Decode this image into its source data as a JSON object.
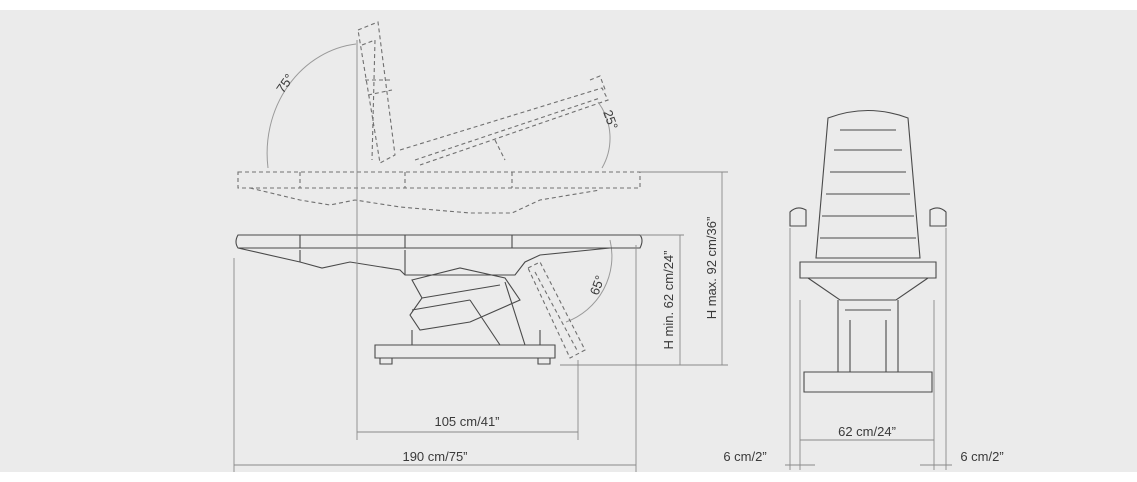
{
  "colors": {
    "panel": "#ebebeb",
    "line": "#4a4a4a",
    "dashed": "#707070",
    "dimension": "#8a8a8a",
    "text": "#3a3a3a"
  },
  "side_view": {
    "angles": {
      "backrest": "75°",
      "legrest": "25°",
      "footrest": "65°"
    },
    "dimensions": {
      "total_length": "190 cm/75”",
      "back_section": "105 cm/41”",
      "height_min": "H min. 62 cm/24”",
      "height_max": "H max. 92 cm/36”"
    }
  },
  "front_view": {
    "dimensions": {
      "width": "62 cm/24”",
      "armrest_left": "6 cm/2”",
      "armrest_right": "6 cm/2”"
    }
  }
}
